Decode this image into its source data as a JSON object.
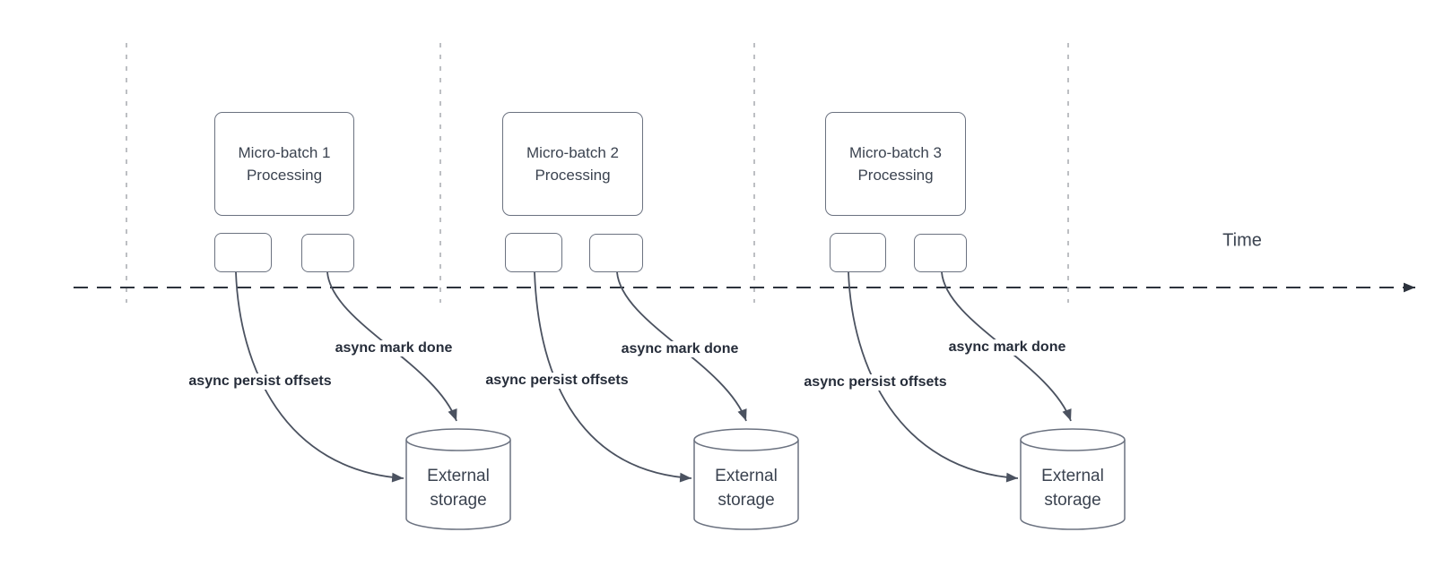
{
  "timeline": {
    "label": "Time"
  },
  "groups": [
    {
      "title_line1": "Micro-batch 1",
      "title_line2": "Processing",
      "persist_label": "async persist offsets",
      "done_label": "async mark done",
      "storage_line1": "External",
      "storage_line2": "storage"
    },
    {
      "title_line1": "Micro-batch 2",
      "title_line2": "Processing",
      "persist_label": "async persist offsets",
      "done_label": "async mark done",
      "storage_line1": "External",
      "storage_line2": "storage"
    },
    {
      "title_line1": "Micro-batch 3",
      "title_line2": "Processing",
      "persist_label": "async persist offsets",
      "done_label": "async mark done",
      "storage_line1": "External",
      "storage_line2": "storage"
    }
  ],
  "colors": {
    "stroke": "#4b5260",
    "timeline": "#2d333d",
    "guide": "#a7aaaf",
    "shape_border": "#6b7280",
    "shape_text": "#3b4350",
    "label_text": "#262d3a",
    "bg": "#ffffff"
  }
}
